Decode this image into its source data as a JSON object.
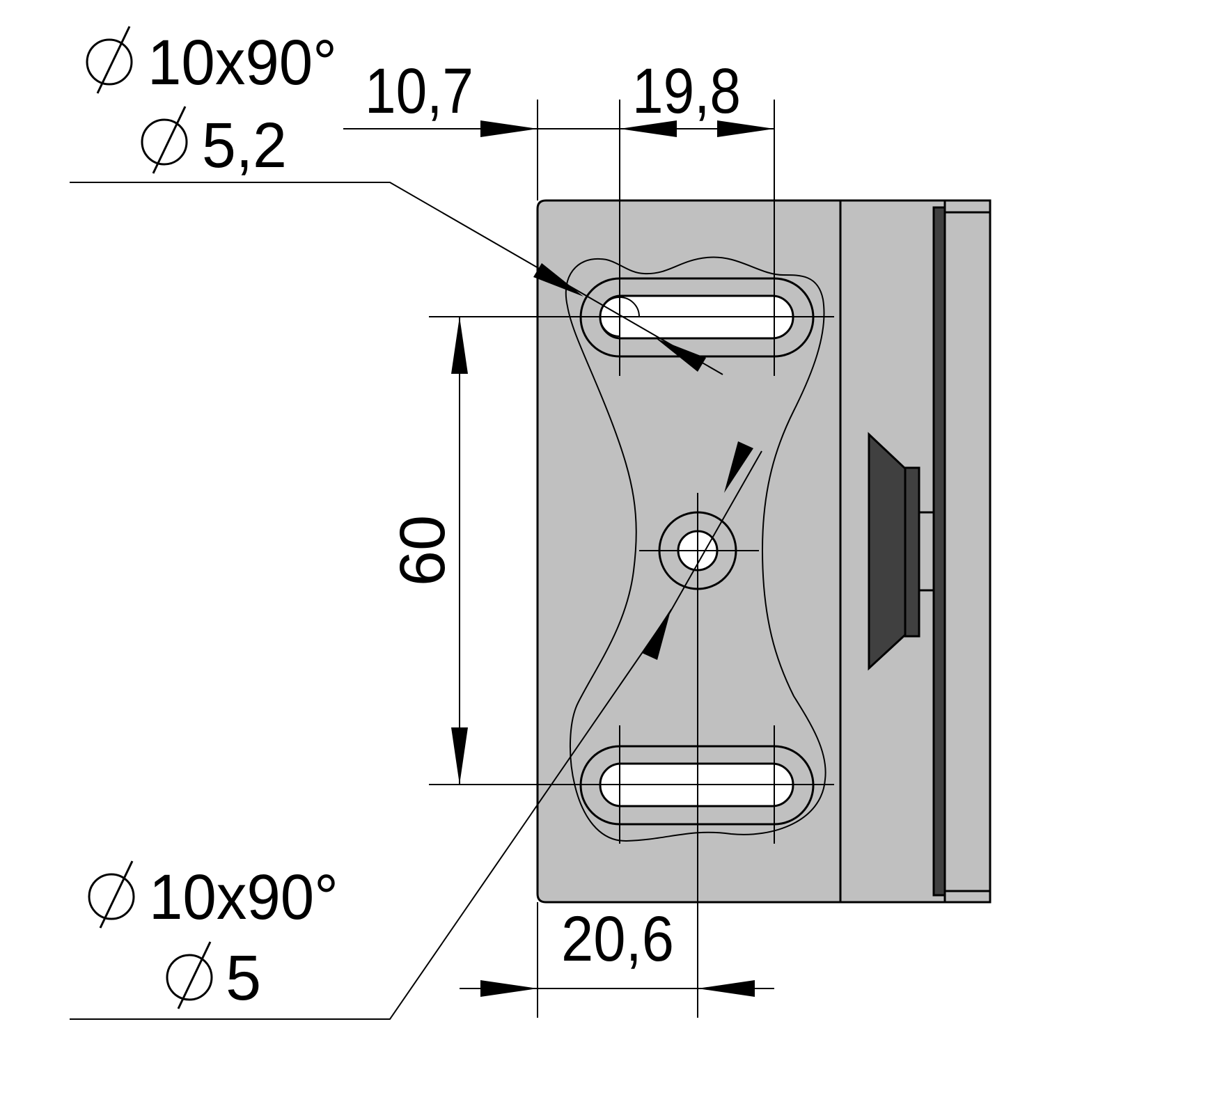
{
  "drawing": {
    "dim_top_left": "10,7",
    "dim_top_right": "19,8",
    "dim_vertical": "60",
    "dim_bottom": "20,6",
    "callout_top_line1": "10x90°",
    "callout_top_line2": "5,2",
    "callout_bottom_line1": "10x90°",
    "callout_bottom_line2": "5",
    "diameter_symbol": "∅",
    "colors": {
      "part_fill": "#c0c0c0",
      "dark_fill": "#404040",
      "line": "#000000",
      "background": "#ffffff"
    }
  }
}
